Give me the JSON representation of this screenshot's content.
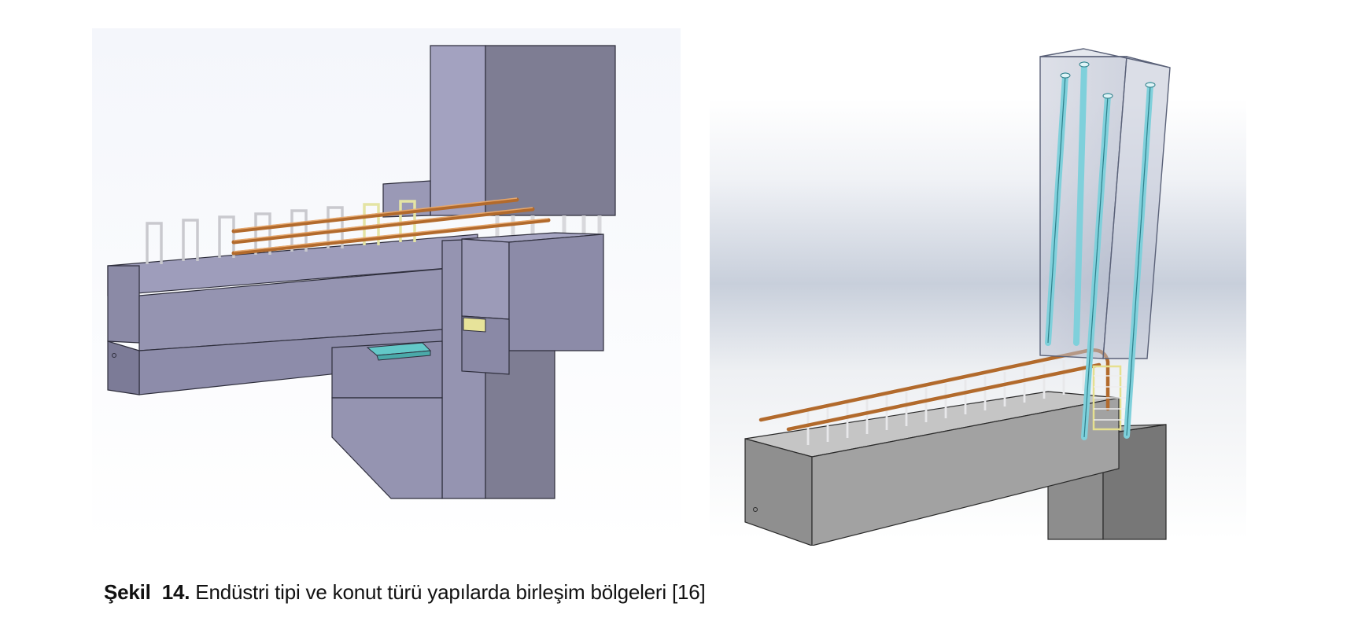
{
  "caption": {
    "label": "Şekil",
    "number": "14.",
    "text": "Endüstri tipi ve konut türü yapılarda birleşim bölgeleri [16]"
  },
  "figures": [
    {
      "name": "industrial-type-joint"
    },
    {
      "name": "residential-type-joint"
    }
  ]
}
